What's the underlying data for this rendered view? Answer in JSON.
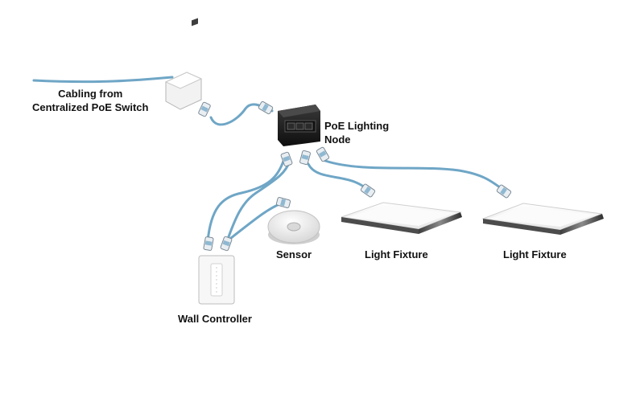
{
  "labels": {
    "cabling_line1": "Cabling from",
    "cabling_line2": "Centralized PoE Switch",
    "node_line1": "PoE Lighting",
    "node_line2": "Node",
    "sensor": "Sensor",
    "fixture_1": "Light Fixture",
    "fixture_2": "Light Fixture",
    "wall_controller": "Wall Controller"
  },
  "colors": {
    "cable": "#6fa6c6",
    "node_body": "#1c1c1c",
    "fixture_frame": "#5a5a5a",
    "fixture_panel": "#f4f4f4",
    "device_white": "#f7f7f7",
    "label_text": "#111111"
  }
}
